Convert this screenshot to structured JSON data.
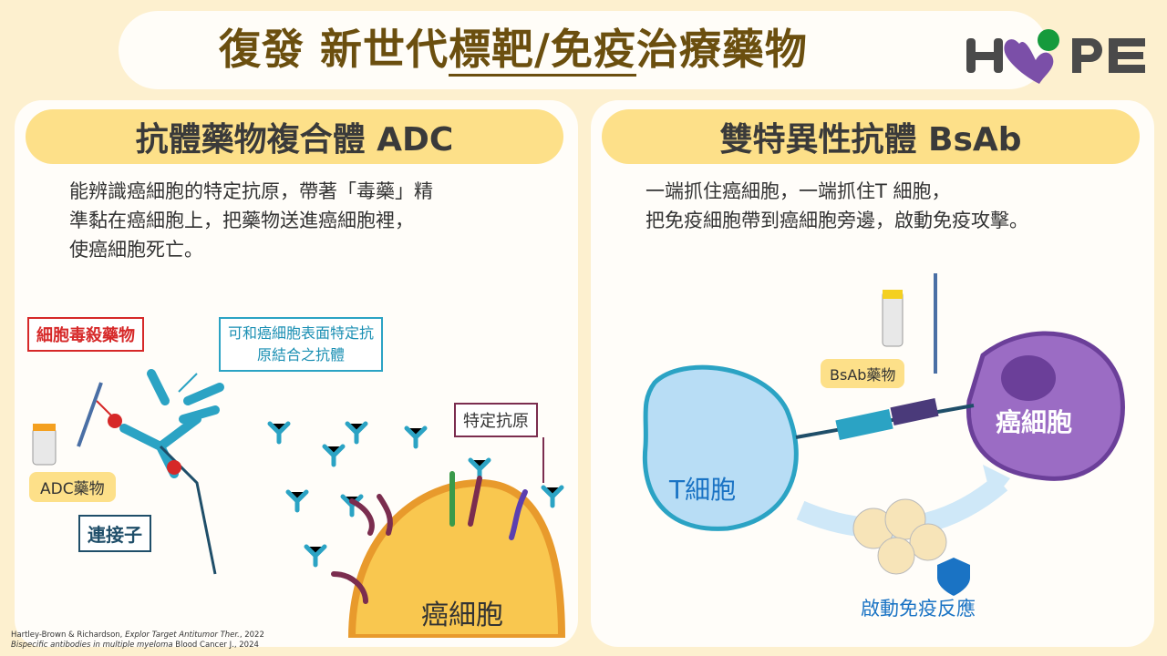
{
  "header": {
    "title_part1": "復發 新世代",
    "title_underlined": "標靶/免疫",
    "title_part2": "治療藥物",
    "logo": "HOPE"
  },
  "adc": {
    "heading": "抗體藥物複合體 ADC",
    "description": [
      "能辨識癌細胞的特定抗原，帶著「毒藥」精",
      "準黏在癌細胞上，把藥物送進癌細胞裡，",
      "使癌細胞死亡。"
    ],
    "labels": {
      "payload": "細胞毒殺藥物",
      "antibody_line1": "可和癌細胞表面特定抗",
      "antibody_line2": "原結合之抗體",
      "drug": "ADC藥物",
      "linker": "連接子",
      "antigen": "特定抗原",
      "cancer_cell": "癌細胞"
    }
  },
  "bsab": {
    "heading": "雙特異性抗體 BsAb",
    "description": [
      "一端抓住癌細胞，一端抓住T 細胞，",
      "把免疫細胞帶到癌細胞旁邊，啟動免疫攻擊。"
    ],
    "labels": {
      "drug": "BsAb藥物",
      "t_cell": "T細胞",
      "cancer_cell": "癌細胞",
      "immune_response": "啟動免疫反應"
    }
  },
  "citations": {
    "line1_authors": "Hartley-Brown & Richardson, ",
    "line1_journal": "Explor Target Antitumor Ther.",
    "line1_year": ", 2022",
    "line2_title": "Bispecific antibodies in multiple myeloma",
    "line2_journal": " Blood Cancer J.",
    "line2_year": ", 2024"
  },
  "colors": {
    "accent": "#fde089",
    "title": "#6b4f0f",
    "logo_purple": "#7b4fa8",
    "logo_green": "#159a3c"
  }
}
